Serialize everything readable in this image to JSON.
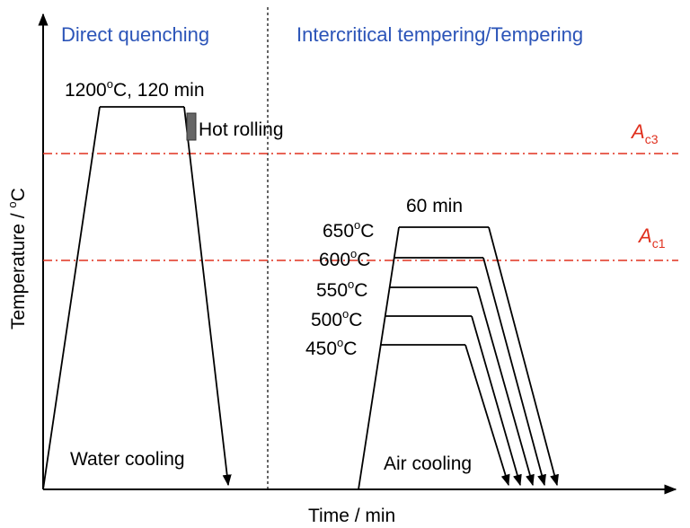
{
  "sections": {
    "left": "Direct quenching",
    "right": "Intercritical tempering/Tempering"
  },
  "axes": {
    "y_label": "Temperature / °C",
    "y_label_parts": [
      "Temperature / ",
      "o",
      "C"
    ],
    "x_label": "Time / min"
  },
  "critical_lines": {
    "ac3": {
      "symbol": "A",
      "subscript": "c3",
      "color": "#e0301e"
    },
    "ac1": {
      "symbol": "A",
      "subscript": "c1",
      "color": "#e0301e"
    }
  },
  "direct_quenching": {
    "soak_label": "1200°C, 120 min",
    "soak_parts": [
      "1200",
      "o",
      "C, 120 min"
    ],
    "rolling_label": "Hot rolling",
    "cooling_label": "Water cooling"
  },
  "tempering": {
    "hold_label": "60 min",
    "cooling_label": "Air cooling",
    "temperatures": [
      {
        "value": "650°C",
        "parts": [
          "650",
          "o",
          "C"
        ]
      },
      {
        "value": "600°C",
        "parts": [
          "600",
          "o",
          "C"
        ]
      },
      {
        "value": "550°C",
        "parts": [
          "550",
          "o",
          "C"
        ]
      },
      {
        "value": "500°C",
        "parts": [
          "500",
          "o",
          "C"
        ]
      },
      {
        "value": "450°C",
        "parts": [
          "450",
          "o",
          "C"
        ]
      }
    ]
  },
  "colors": {
    "section_title": "#2b54b8",
    "critical": "#e0301e",
    "rolling_block": "#666666"
  }
}
